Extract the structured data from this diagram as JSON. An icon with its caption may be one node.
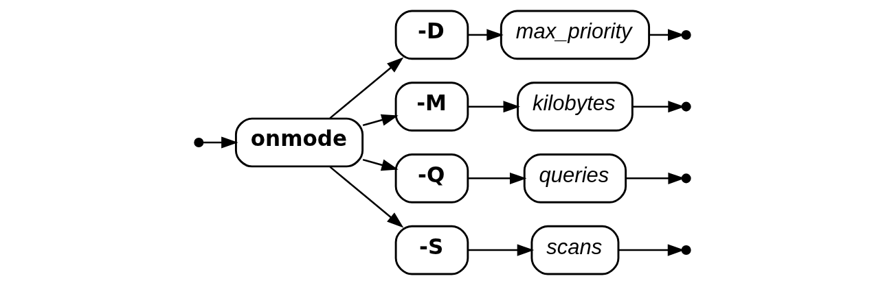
{
  "diagram": {
    "nodes": [
      {
        "text": [
          "onmode"
        ]
      },
      {
        "text": [
          "-D"
        ]
      },
      {
        "text": [
          "max_priority"
        ]
      },
      {
        "text": [
          "-M"
        ]
      },
      {
        "text": [
          "kilobytes"
        ]
      },
      {
        "text": [
          "-Q"
        ]
      },
      {
        "text": [
          "queries"
        ]
      },
      {
        "text": [
          "-S"
        ]
      },
      {
        "text": [
          "scans"
        ]
      }
    ],
    "edges": [
      {
        "from": null,
        "to": 0,
        "arrow": "to"
      },
      {
        "from": 0,
        "to": 1,
        "arrow": "to"
      },
      {
        "from": 0,
        "to": 3,
        "arrow": "to"
      },
      {
        "from": 0,
        "to": 5,
        "arrow": "to"
      },
      {
        "from": 0,
        "to": 7,
        "arrow": "to"
      },
      {
        "from": 1,
        "to": 2,
        "arrow": "to"
      },
      {
        "from": 3,
        "to": 4,
        "arrow": "to"
      },
      {
        "from": 5,
        "to": 6,
        "arrow": "to"
      },
      {
        "from": 7,
        "to": 8,
        "arrow": "to"
      },
      {
        "from": 2,
        "to": null,
        "arrow": "to"
      },
      {
        "from": 4,
        "to": null,
        "arrow": "to"
      },
      {
        "from": 6,
        "to": null,
        "arrow": "to"
      },
      {
        "from": 8,
        "to": null,
        "arrow": "to"
      }
    ]
  }
}
